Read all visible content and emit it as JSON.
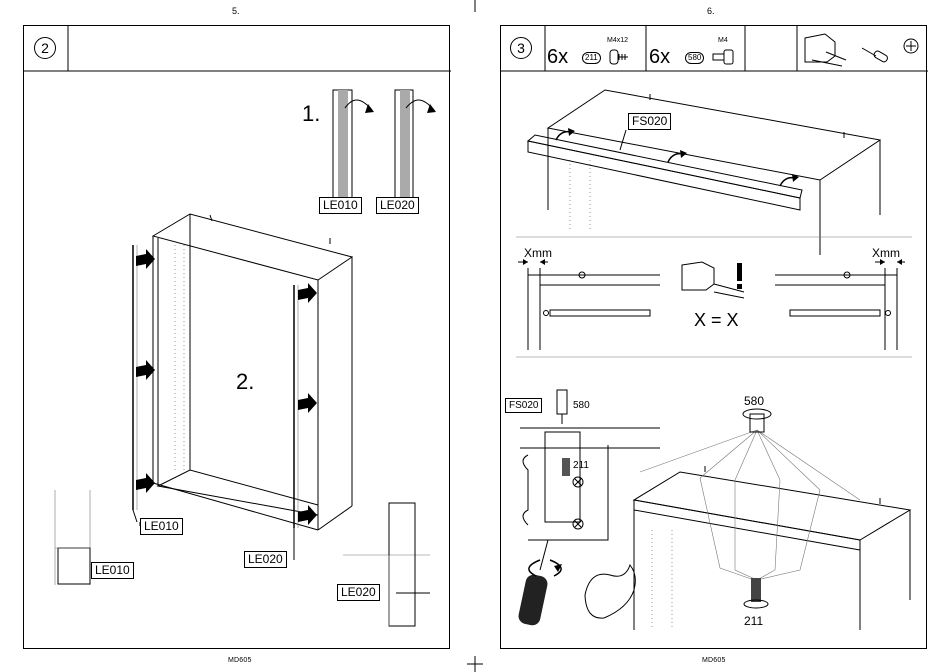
{
  "pages": {
    "left_number": "5.",
    "right_number": "6.",
    "left_footer": "MD605",
    "right_footer": "MD605"
  },
  "step2": {
    "number": "2",
    "sub1": "1.",
    "sub2": "2.",
    "labels": {
      "le010_top": "LE010",
      "le020_top": "LE020",
      "le010_mid": "LE010",
      "le020_mid": "LE020",
      "le010_detail": "LE010",
      "le020_detail": "LE020"
    }
  },
  "step3": {
    "number": "3",
    "parts": [
      {
        "qty": "6x",
        "code": "211",
        "spec": "M4x12"
      },
      {
        "qty": "6x",
        "code": "580",
        "spec": "M4"
      }
    ],
    "rail_label": "FS020",
    "dim_left": "Xmm",
    "dim_right": "Xmm",
    "attention": "!",
    "equation": "X = X",
    "detail_label": "FS020",
    "detail_580": "580",
    "detail_211": "211",
    "callout_580": "580",
    "callout_211": "211"
  },
  "icons": [
    "screwdriver-icon",
    "phillips-head-icon",
    "rail-profile-icon",
    "strong-arm-icon",
    "rotate-arrow-icon",
    "warning-icon"
  ]
}
